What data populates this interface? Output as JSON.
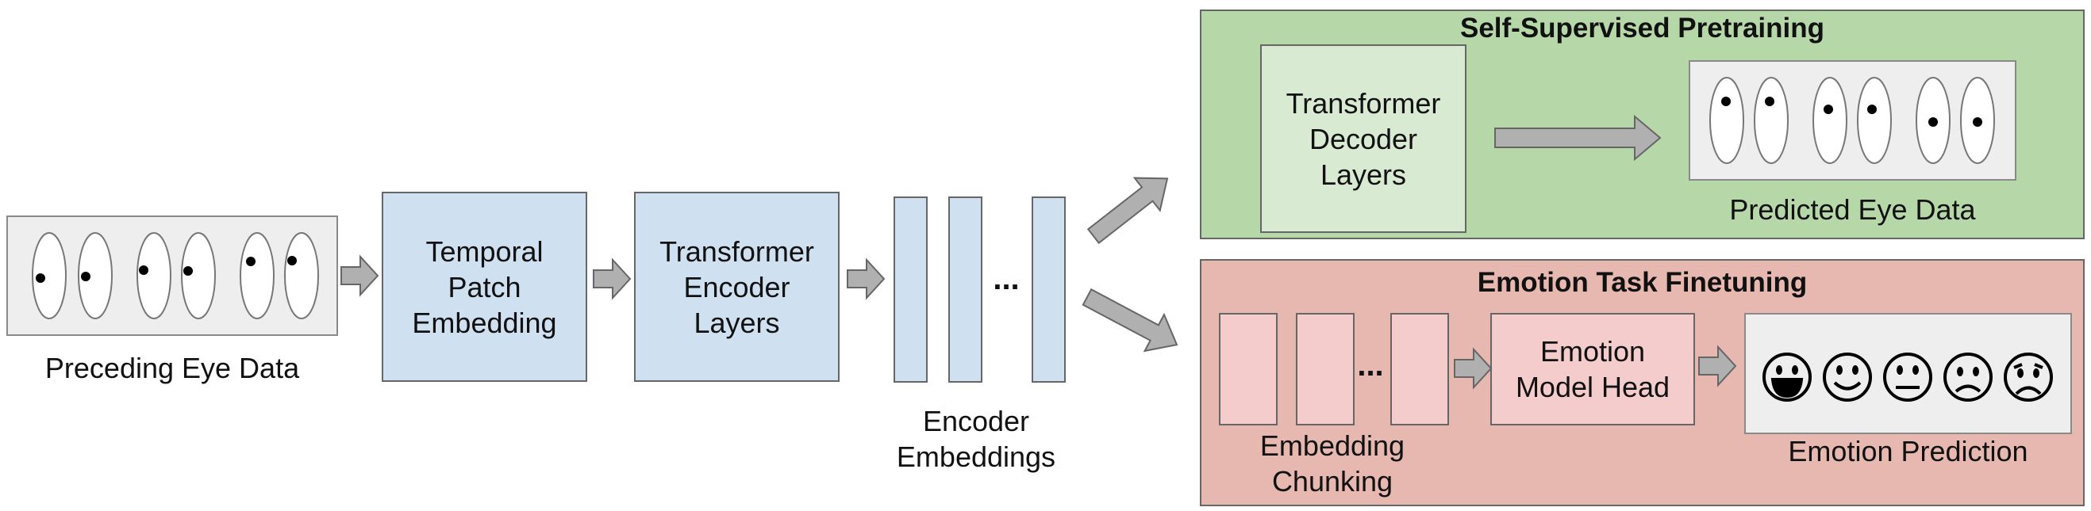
{
  "input": {
    "label": "Preceding Eye Data"
  },
  "temporal_patch": {
    "label": "Temporal\nPatch\nEmbedding"
  },
  "encoder": {
    "label": "Transformer\nEncoder\nLayers"
  },
  "embeddings": {
    "ellipsis": "...",
    "label": "Encoder\nEmbeddings"
  },
  "pretraining": {
    "title": "Self-Supervised Pretraining",
    "decoder_label": "Transformer\nDecoder\nLayers",
    "output_label": "Predicted Eye Data"
  },
  "finetuning": {
    "title": "Emotion Task Finetuning",
    "ellipsis": "...",
    "chunking_label": "Embedding\nChunking",
    "head_label": "Emotion\nModel Head",
    "output_label": "Emotion Prediction",
    "emotion_icons": [
      "very-happy-face-icon",
      "happy-face-icon",
      "neutral-face-icon",
      "sad-face-icon",
      "very-sad-face-icon"
    ]
  },
  "colors": {
    "blue": "#cfe0f1",
    "pink": "#f4cccc",
    "green_panel": "#b6d7a8",
    "red_panel": "#e6b8b0",
    "light_green": "#d9ead3",
    "arrow": "#b0b0b0"
  }
}
